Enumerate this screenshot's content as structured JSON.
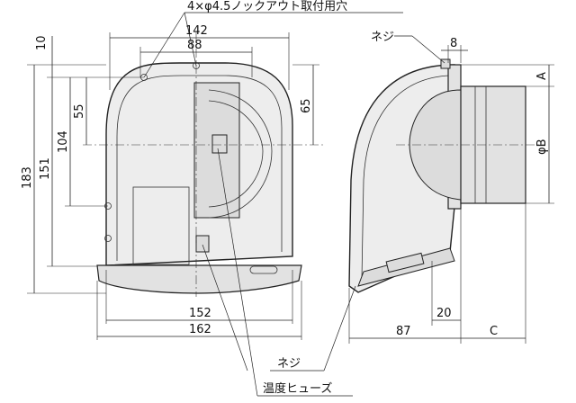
{
  "labels": {
    "knockout": "4×φ4.5ノックアウト取付用穴",
    "screw_top": "ネジ",
    "screw_bottom": "ネジ",
    "thermal_fuse": "温度ヒューズ"
  },
  "dimensions": {
    "d142": "142",
    "d88": "88",
    "d10": "10",
    "d55": "55",
    "d65": "65",
    "d104": "104",
    "d151": "151",
    "d183": "183",
    "d152": "152",
    "d162": "162",
    "d8": "8",
    "dA": "A",
    "dPhiB": "φB",
    "d87": "87",
    "d20": "20",
    "dC": "C"
  },
  "colors": {
    "line": "#222222",
    "fill": "#ededed",
    "background": "#ffffff"
  }
}
